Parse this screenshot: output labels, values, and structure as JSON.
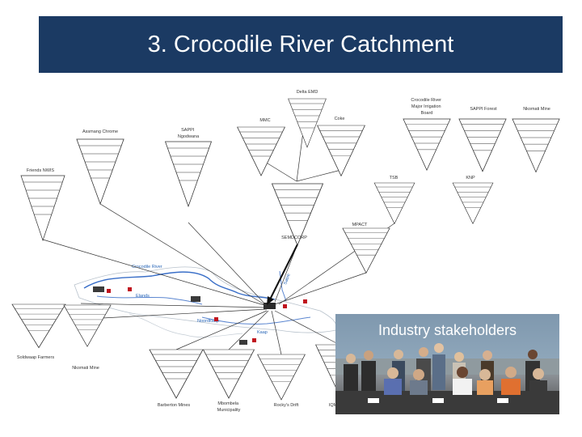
{
  "slide": {
    "title": "3. Crocodile River Catchment"
  },
  "colors": {
    "title_bar": "#1b3a63",
    "title_text": "#ffffff",
    "river": "#3a6fc8",
    "map_outline": "#b8c2cc",
    "marker": "#c0141e",
    "funnel_fill": "#ffffff",
    "funnel_stroke": "#333333"
  },
  "stakeholders": {
    "delta_emd": "Delta EMD",
    "crocodile_river_major_irrigation_board": [
      "Crocodile River",
      "Major Irrigation",
      "Board"
    ],
    "sappi_forest": "SAPPI Forest",
    "nkomati_mine_top": "Nkomati Mine",
    "mmc": "MMC",
    "coke": "Coke",
    "assmang_chrome": "Assmang Chrome",
    "sappi_ngodwana": [
      "SAPPI",
      "Ngodwana"
    ],
    "friends_of_the_crocodile": "Friends NWIS",
    "tsb": "TSB",
    "knp": "KNP",
    "mpact": "MPACT",
    "semdcorp": "SEMDCORP",
    "soldwaap_farmers": "Soldwaap Farmers",
    "nkomati_mine_bottom": "Nkomati Mine",
    "barberton_mines": "Barberton Mines",
    "mbombela_municipality": [
      "Mbombela",
      "Municipality"
    ],
    "rockys_drift": "Rocky's Drift",
    "iqm": "IQM"
  },
  "map_labels": {
    "crocodile_river": "Crocodile River",
    "elands": "Elands",
    "kaap": "Kaap",
    "noordkaap": "Noordkaap",
    "sabie": "Sabie"
  },
  "photo": {
    "caption": "Industry stakeholders"
  }
}
